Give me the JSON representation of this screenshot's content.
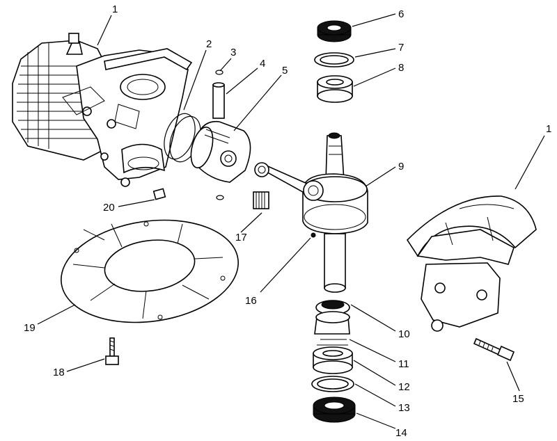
{
  "callouts": [
    {
      "id": "1",
      "label": "1"
    },
    {
      "id": "2",
      "label": "2"
    },
    {
      "id": "3",
      "label": "3"
    },
    {
      "id": "4",
      "label": "4"
    },
    {
      "id": "5",
      "label": "5"
    },
    {
      "id": "6",
      "label": "6"
    },
    {
      "id": "7",
      "label": "7"
    },
    {
      "id": "8",
      "label": "8"
    },
    {
      "id": "9",
      "label": "9"
    },
    {
      "id": "1b",
      "label": "1"
    },
    {
      "id": "10",
      "label": "10"
    },
    {
      "id": "11",
      "label": "11"
    },
    {
      "id": "12",
      "label": "12"
    },
    {
      "id": "13",
      "label": "13"
    },
    {
      "id": "14",
      "label": "14"
    },
    {
      "id": "15",
      "label": "15"
    },
    {
      "id": "16",
      "label": "16"
    },
    {
      "id": "17",
      "label": "17"
    },
    {
      "id": "18",
      "label": "18"
    },
    {
      "id": "19",
      "label": "19"
    },
    {
      "id": "20",
      "label": "20"
    }
  ]
}
